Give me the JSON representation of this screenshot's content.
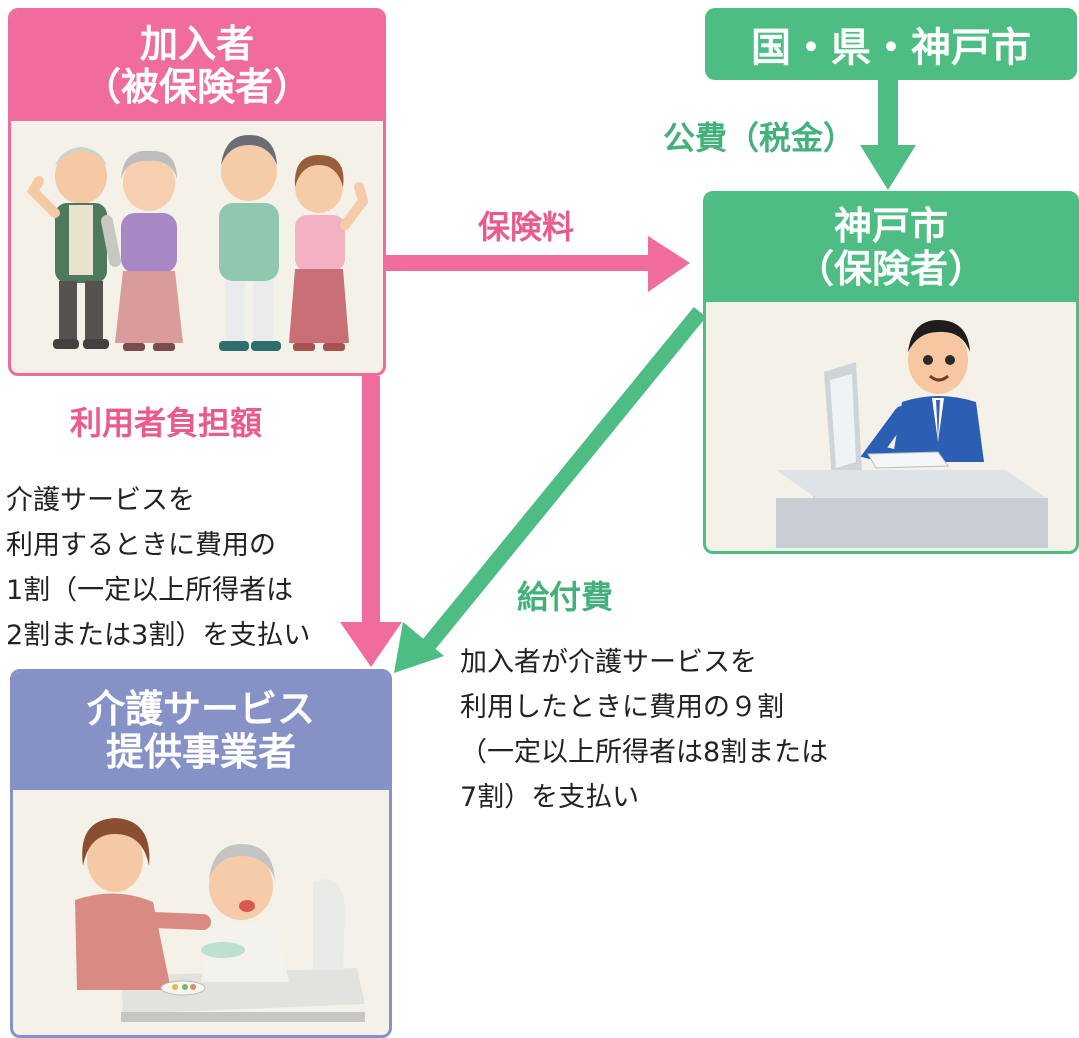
{
  "subscriber": {
    "title_line1": "加入者",
    "title_line2": "（被保険者）"
  },
  "government": {
    "title": "国・県・神戸市"
  },
  "public_funds": {
    "label": "公費（税金）"
  },
  "insurer": {
    "title_line1": "神戸市",
    "title_line2": "（保険者）"
  },
  "premium": {
    "label": "保険料"
  },
  "copay": {
    "label": "利用者負担額",
    "desc_lines": [
      "介護サービスを",
      "利用するときに費用の",
      "1割（一定以上所得者は",
      "2割または3割）を支払い"
    ]
  },
  "benefit": {
    "label": "給付費",
    "desc_lines": [
      "加入者が介護サービスを",
      "利用したときに費用の９割",
      "（一定以上所得者は8割または",
      "7割）を支払い"
    ]
  },
  "provider": {
    "title_line1": "介護サービス",
    "title_line2": "提供事業者"
  },
  "colors": {
    "pink": "#ef6c9c",
    "green": "#4dbd84",
    "purple": "#8691c6",
    "panel_bg": "#f4f1e8"
  }
}
